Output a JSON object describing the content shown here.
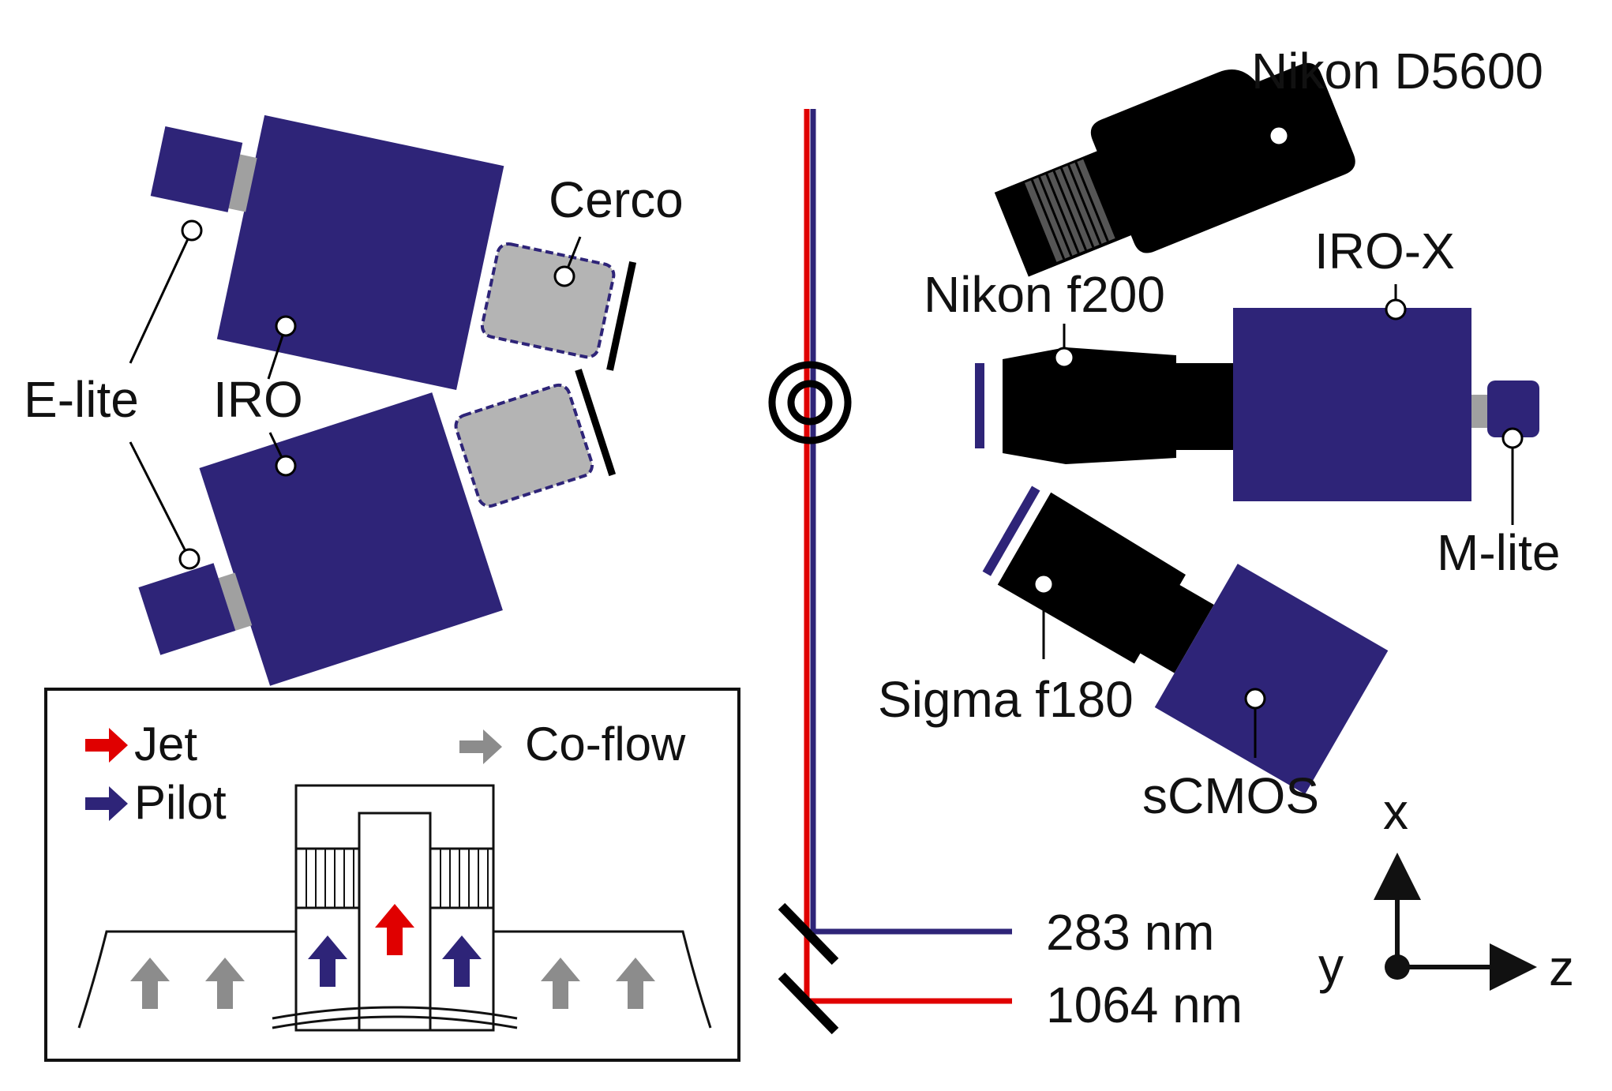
{
  "colors": {
    "camera_body": "#2e2478",
    "lens_black": "#000000",
    "lens_gray": "#b4b4b4",
    "intensifier_gray": "#a0a0a0",
    "jet_red": "#e00000",
    "pilot_blue": "#2e2478",
    "coflow_gray": "#8c8c8c",
    "uv_beam": "#2e2478",
    "ir_beam": "#e00000"
  },
  "labels": {
    "nikon_d5600": "Nikon D5600",
    "cerco": "Cerco",
    "iro_x": "IRO-X",
    "nikon_f200": "Nikon f200",
    "e_lite": "E-lite",
    "iro": "IRO",
    "m_lite": "M-lite",
    "sigma_f180": "Sigma f180",
    "scmos": "sCMOS",
    "wavelength_uv": "283 nm",
    "wavelength_ir": "1064 nm"
  },
  "axes": {
    "x": "x",
    "y": "y",
    "z": "z"
  },
  "legend": {
    "jet": "Jet",
    "pilot": "Pilot",
    "coflow": "Co-flow"
  }
}
